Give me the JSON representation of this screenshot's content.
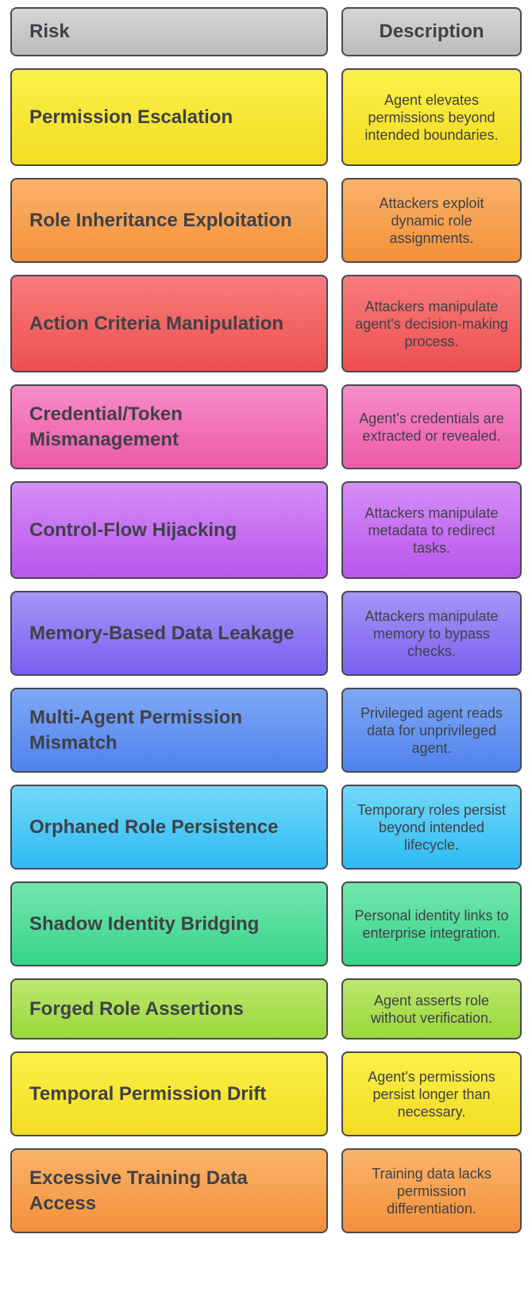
{
  "header": {
    "risk": "Risk",
    "description": "Description"
  },
  "colors": {
    "header": "#c7c7c7",
    "yellow": "#f7e83a",
    "orange": "#f7a04a",
    "red": "#f26060",
    "pink": "#f16fb5",
    "purple": "#c268f0",
    "indigo": "#8a6ff2",
    "blue": "#5d8cf0",
    "cyan": "#3fc8f5",
    "green": "#44d992",
    "lime": "#a5df4c"
  },
  "rows": [
    {
      "risk": "Permission Escalation",
      "description": "Agent elevates permissions beyond intended boundaries.",
      "color": "yellow"
    },
    {
      "risk": "Role Inheritance Exploitation",
      "description": "Attackers exploit dynamic role assignments.",
      "color": "orange"
    },
    {
      "risk": "Action Criteria Manipulation",
      "description": "Attackers manipulate agent's decision-making process.",
      "color": "red"
    },
    {
      "risk": "Credential/Token Mismanagement",
      "description": "Agent's credentials are extracted or revealed.",
      "color": "pink"
    },
    {
      "risk": "Control-Flow Hijacking",
      "description": "Attackers manipulate metadata to redirect tasks.",
      "color": "purple"
    },
    {
      "risk": "Memory-Based Data Leakage",
      "description": "Attackers manipulate memory to bypass checks.",
      "color": "indigo"
    },
    {
      "risk": "Multi-Agent Permission Mismatch",
      "description": "Privileged agent reads data for unprivileged agent.",
      "color": "blue"
    },
    {
      "risk": "Orphaned Role Persistence",
      "description": "Temporary roles persist beyond intended lifecycle.",
      "color": "cyan"
    },
    {
      "risk": "Shadow Identity Bridging",
      "description": "Personal identity links to enterprise integration.",
      "color": "green"
    },
    {
      "risk": "Forged Role Assertions",
      "description": "Agent asserts role without verification.",
      "color": "lime"
    },
    {
      "risk": "Temporal Permission Drift",
      "description": "Agent's permissions persist longer than necessary.",
      "color": "yellow"
    },
    {
      "risk": "Excessive Training Data Access",
      "description": "Training data lacks permission differentiation.",
      "color": "orange"
    }
  ]
}
